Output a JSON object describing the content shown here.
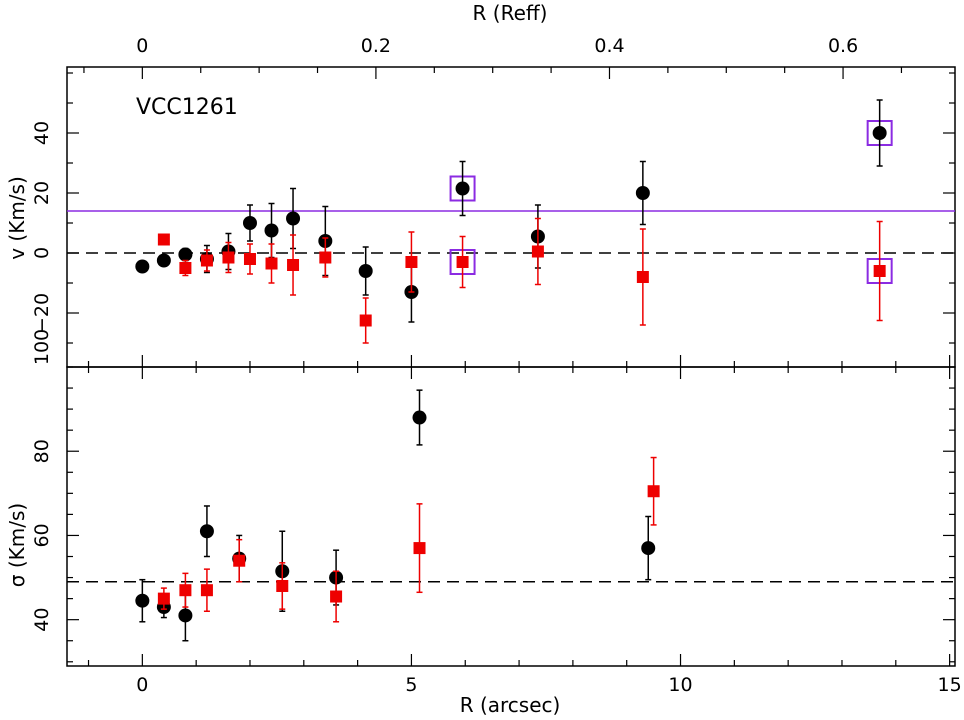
{
  "chart_data": [
    {
      "type": "scatter",
      "panel": "top",
      "annotation": "VCC1261",
      "xlabel_bottom": "R (arcsec)",
      "xlabel_top": "R (Reff)",
      "ylabel": "v (Km/s)",
      "xlim": [
        -1.4,
        15.1
      ],
      "top_axis_ticks": [
        {
          "value": 0,
          "label": "0"
        },
        {
          "value": 0.2,
          "label": "0.2"
        },
        {
          "value": 0.4,
          "label": "0.4"
        },
        {
          "value": 0.6,
          "label": "0.6"
        }
      ],
      "top_axis_scale_arcsec_per_reff": 21.7,
      "ylim": [
        -38,
        62
      ],
      "yticks": [
        -20,
        0,
        20,
        40
      ],
      "ytick_labels": [
        "−20",
        "0",
        "20",
        "40"
      ],
      "bottom_edge_label": "100",
      "reference_lines": [
        {
          "y": 0,
          "style": "dashed",
          "color": "#000000"
        },
        {
          "y": 14,
          "style": "solid",
          "color": "#8b2be2"
        }
      ],
      "highlight_boxes": [
        {
          "x": 5.95,
          "y": 21.5
        },
        {
          "x": 5.95,
          "y": -3
        },
        {
          "x": 13.7,
          "y": 40
        },
        {
          "x": 13.7,
          "y": -6
        }
      ],
      "series": [
        {
          "marker": "circle",
          "color": "#000000",
          "points": [
            {
              "x": 0,
              "y": -4.5,
              "err": 0
            },
            {
              "x": 0.4,
              "y": -2.5,
              "err": 0
            },
            {
              "x": 0.8,
              "y": -0.5,
              "err": 2
            },
            {
              "x": 1.2,
              "y": -2,
              "err": 4.5
            },
            {
              "x": 1.6,
              "y": 0.5,
              "err": 6
            },
            {
              "x": 2.0,
              "y": 10,
              "err": 6
            },
            {
              "x": 2.4,
              "y": 7.5,
              "err": 9
            },
            {
              "x": 2.8,
              "y": 11.5,
              "err": 10
            },
            {
              "x": 3.4,
              "y": 4,
              "err": 11.5
            },
            {
              "x": 4.15,
              "y": -6,
              "err": 8
            },
            {
              "x": 5.0,
              "y": -13,
              "err": 10
            },
            {
              "x": 5.95,
              "y": 21.5,
              "err": 9
            },
            {
              "x": 7.35,
              "y": 5.5,
              "err": 10.5
            },
            {
              "x": 9.3,
              "y": 20,
              "err": 10.5
            },
            {
              "x": 13.7,
              "y": 40,
              "err": 11
            }
          ]
        },
        {
          "marker": "square",
          "color": "#ee0000",
          "points": [
            {
              "x": 0.4,
              "y": 4.5,
              "err": 1.5
            },
            {
              "x": 0.8,
              "y": -5,
              "err": 2.5
            },
            {
              "x": 1.2,
              "y": -2.5,
              "err": 3.5
            },
            {
              "x": 1.6,
              "y": -1.5,
              "err": 5
            },
            {
              "x": 2.0,
              "y": -2,
              "err": 5
            },
            {
              "x": 2.4,
              "y": -3.5,
              "err": 6.5
            },
            {
              "x": 2.8,
              "y": -4,
              "err": 10
            },
            {
              "x": 3.4,
              "y": -1.5,
              "err": 6.5
            },
            {
              "x": 4.15,
              "y": -22.5,
              "err": 7.5
            },
            {
              "x": 5.0,
              "y": -3,
              "err": 10
            },
            {
              "x": 5.95,
              "y": -3,
              "err": 8.5
            },
            {
              "x": 7.35,
              "y": 0.5,
              "err": 11
            },
            {
              "x": 9.3,
              "y": -8,
              "err": 16
            },
            {
              "x": 13.7,
              "y": -6,
              "err": 16.5
            }
          ]
        }
      ]
    },
    {
      "type": "scatter",
      "panel": "bottom",
      "xlabel": "R (arcsec)",
      "ylabel": "σ (Km/s)",
      "xlim": [
        -1.4,
        15.1
      ],
      "xticks": [
        0,
        5,
        10,
        15
      ],
      "xtick_labels": [
        "0",
        "5",
        "10",
        "15"
      ],
      "ylim": [
        29,
        100
      ],
      "yticks": [
        40,
        60,
        80
      ],
      "ytick_labels": [
        "40",
        "60",
        "80"
      ],
      "reference_lines": [
        {
          "y": 49,
          "style": "dashed",
          "color": "#000000"
        }
      ],
      "series": [
        {
          "marker": "circle",
          "color": "#000000",
          "points": [
            {
              "x": 0,
              "y": 44.5,
              "err": 5
            },
            {
              "x": 0.4,
              "y": 43,
              "err": 2.5
            },
            {
              "x": 0.8,
              "y": 41,
              "err": 6
            },
            {
              "x": 1.2,
              "y": 61,
              "err": 6
            },
            {
              "x": 1.8,
              "y": 54.5,
              "err": 5.5
            },
            {
              "x": 2.6,
              "y": 51.5,
              "err": 9.5
            },
            {
              "x": 3.6,
              "y": 50,
              "err": 6.5
            },
            {
              "x": 5.15,
              "y": 88,
              "err": 6.5
            },
            {
              "x": 9.4,
              "y": 57,
              "err": 7.5
            }
          ]
        },
        {
          "marker": "square",
          "color": "#ee0000",
          "points": [
            {
              "x": 0.4,
              "y": 45,
              "err": 2.5
            },
            {
              "x": 0.8,
              "y": 47,
              "err": 4
            },
            {
              "x": 1.2,
              "y": 47,
              "err": 5
            },
            {
              "x": 1.8,
              "y": 54,
              "err": 5
            },
            {
              "x": 2.6,
              "y": 48,
              "err": 5.5
            },
            {
              "x": 3.6,
              "y": 45.5,
              "err": 6
            },
            {
              "x": 5.15,
              "y": 57,
              "err": 10.5
            },
            {
              "x": 9.5,
              "y": 70.5,
              "err": 8
            }
          ]
        }
      ]
    }
  ]
}
